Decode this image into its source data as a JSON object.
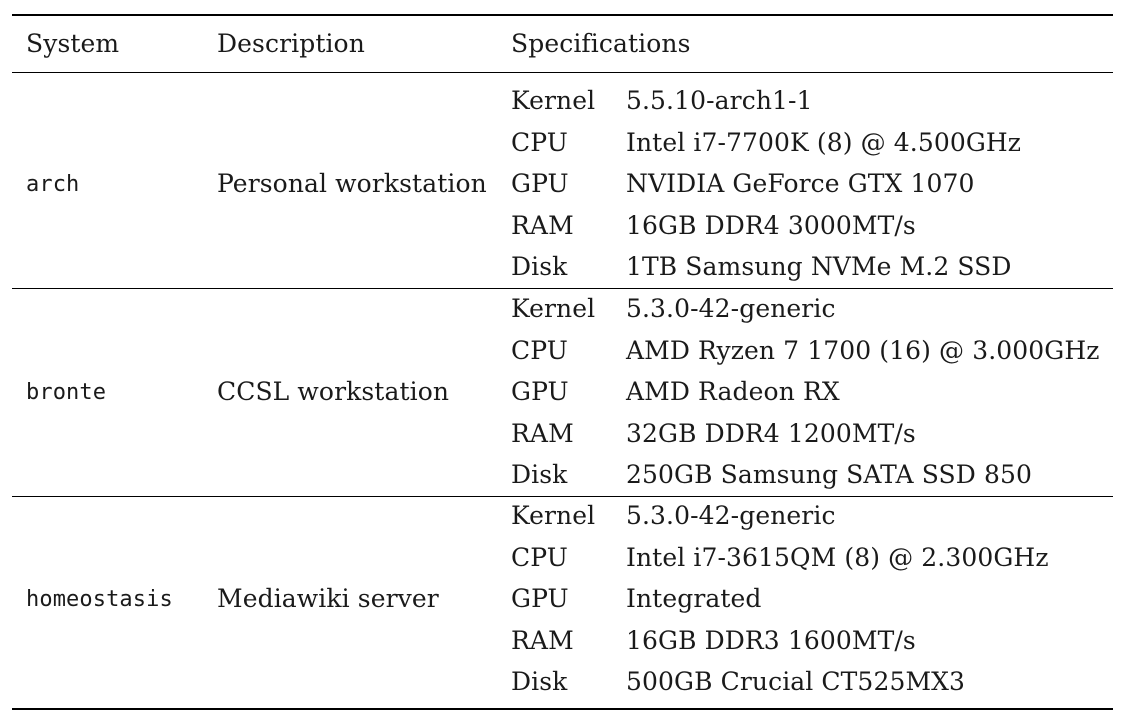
{
  "table": {
    "headers": {
      "system": "System",
      "description": "Description",
      "specifications": "Specifications"
    },
    "rows": [
      {
        "system": "arch",
        "description": "Personal workstation",
        "specs": [
          {
            "label": "Kernel",
            "value": "5.5.10-arch1-1"
          },
          {
            "label": "CPU",
            "value": "Intel i7-7700K (8) @ 4.500GHz"
          },
          {
            "label": "GPU",
            "value": "NVIDIA GeForce GTX 1070"
          },
          {
            "label": "RAM",
            "value": "16GB DDR4 3000MT/s"
          },
          {
            "label": "Disk",
            "value": "1TB Samsung NVMe M.2 SSD"
          }
        ]
      },
      {
        "system": "bronte",
        "description": "CCSL workstation",
        "specs": [
          {
            "label": "Kernel",
            "value": "5.3.0-42-generic"
          },
          {
            "label": "CPU",
            "value": "AMD Ryzen 7 1700 (16) @ 3.000GHz"
          },
          {
            "label": "GPU",
            "value": "AMD Radeon RX"
          },
          {
            "label": "RAM",
            "value": "32GB DDR4 1200MT/s"
          },
          {
            "label": "Disk",
            "value": "250GB Samsung SATA SSD 850"
          }
        ]
      },
      {
        "system": "homeostasis",
        "description": "Mediawiki server",
        "specs": [
          {
            "label": "Kernel",
            "value": "5.3.0-42-generic"
          },
          {
            "label": "CPU",
            "value": "Intel i7-3615QM (8) @ 2.300GHz"
          },
          {
            "label": "GPU",
            "value": "Integrated"
          },
          {
            "label": "RAM",
            "value": "16GB DDR3 1600MT/s"
          },
          {
            "label": "Disk",
            "value": "500GB Crucial CT525MX3"
          }
        ]
      }
    ]
  }
}
